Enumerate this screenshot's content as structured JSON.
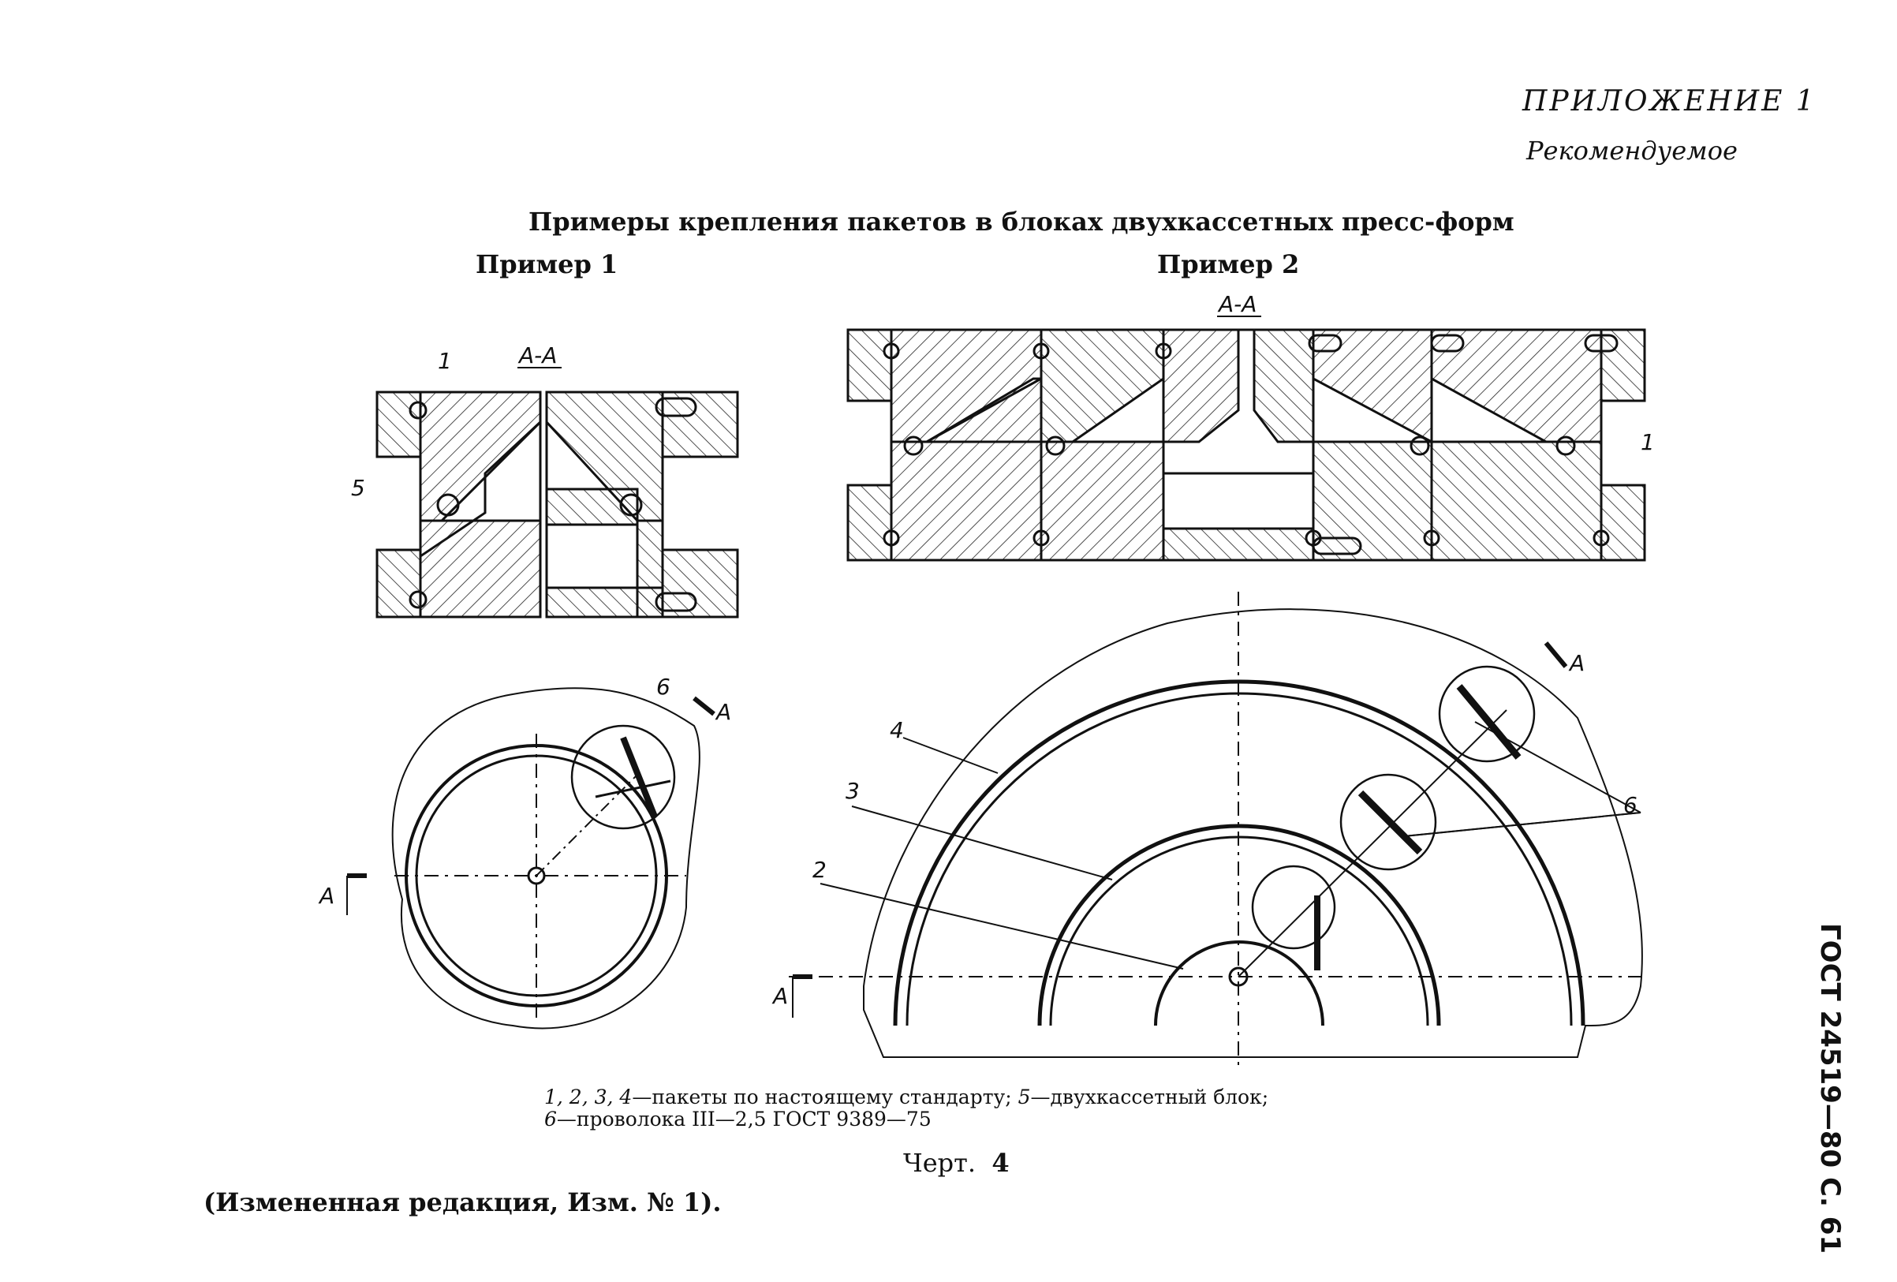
{
  "header": {
    "appendix": "ПРИЛОЖЕНИЕ 1",
    "recommended": "Рекомендуемое"
  },
  "title": "Примеры крепления пакетов в блоках двухкассетных пресс-форм",
  "examples": {
    "example1": "Пример 1",
    "example2": "Пример 2"
  },
  "drawing_labels": {
    "section": "А-А",
    "arrow_a": "А",
    "n1": "1",
    "n2": "2",
    "n3": "3",
    "n4": "4",
    "n5": "5",
    "n6": "6"
  },
  "caption": {
    "line1_nums": "1, 2, 3, 4",
    "line1_text": "—пакеты по настоящему стандарту; ",
    "line1_num5": "5",
    "line1_text5": "—двухкассетный блок;",
    "line2_num6": "6",
    "line2_text": "—проволока III—2,5 ГОСТ 9389—75"
  },
  "figure": {
    "prefix": "Черт.",
    "number": "4"
  },
  "amendment": "(Измененная редакция, Изм. № 1).",
  "side_label": "ГОСТ 24519—80 С. 61"
}
